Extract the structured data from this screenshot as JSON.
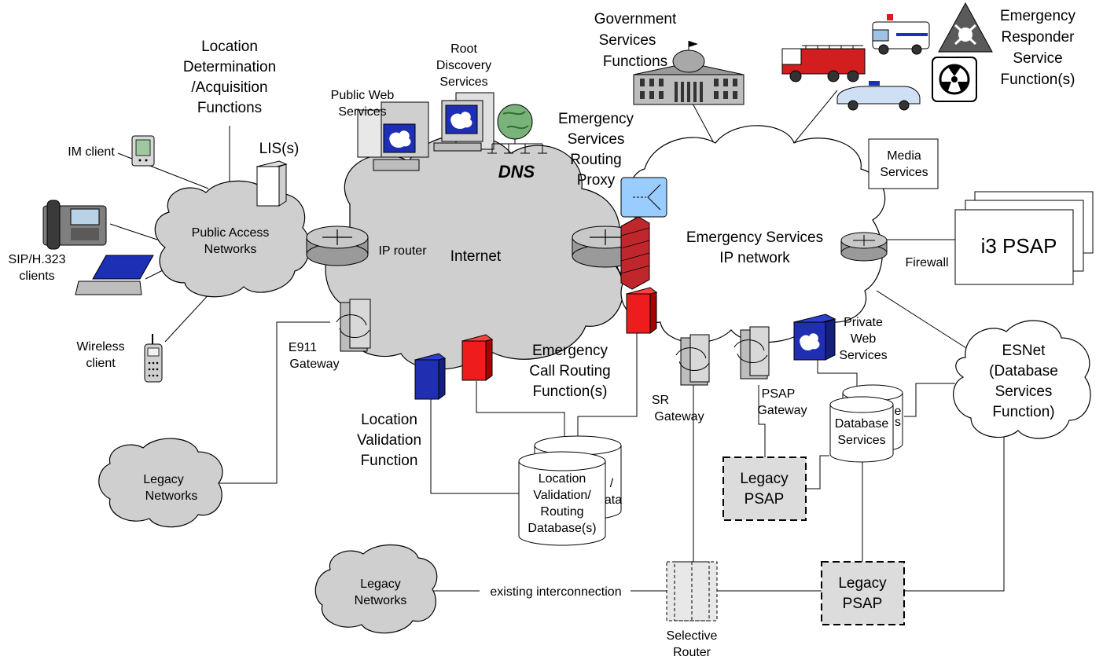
{
  "labels": {
    "location_determination": [
      "Location",
      "Determination",
      "/Acquisition",
      "Functions"
    ],
    "lis": "LIS(s)",
    "root_discovery": [
      "Root",
      "Discovery",
      "Services"
    ],
    "public_web": [
      "Public Web",
      "Services"
    ],
    "government": [
      "Government",
      "Services",
      "Functions"
    ],
    "emergency_responder": [
      "Emergency",
      "Responder",
      "Service",
      "Function(s)"
    ],
    "im_client": "IM client",
    "sip_clients": [
      "SIP/H.323",
      "clients"
    ],
    "wireless_client": [
      "Wireless",
      "client"
    ],
    "public_access_networks": [
      "Public Access",
      "Networks"
    ],
    "ip_router": "IP router",
    "internet": "Internet",
    "dns": "DNS",
    "esrp": [
      "Emergency",
      "Services",
      "Routing",
      "Proxy"
    ],
    "es_ip_network": [
      "Emergency Services",
      "IP network"
    ],
    "media_services": [
      "Media",
      "Services"
    ],
    "i3_psap": "i3 PSAP",
    "firewall": "Firewall",
    "e911_gateway": [
      "E911",
      "Gateway"
    ],
    "ecrf": [
      "Emergency",
      "Call Routing",
      "Function(s)"
    ],
    "lvf": [
      "Location",
      "Validation",
      "Function"
    ],
    "lv_routing_db": [
      "Location",
      "Validation/",
      "Routing",
      "Database(s)"
    ],
    "lv_back_fragment": [
      "/",
      "ata"
    ],
    "sr_gateway": [
      "SR",
      "Gateway"
    ],
    "psap_gateway": [
      "PSAP",
      "Gateway"
    ],
    "private_web": [
      "Private",
      "Web",
      "Services"
    ],
    "database_services": [
      "Database",
      "Services"
    ],
    "db_back_fragment": [
      "e",
      "s"
    ],
    "esnet": [
      "ESNet",
      "(Database",
      "Services",
      "Function)"
    ],
    "legacy_networks": [
      "Legacy",
      "Networks"
    ],
    "legacy_psap": [
      "Legacy",
      "PSAP"
    ],
    "existing_interconnection": "existing interconnection",
    "selective_router": [
      "Selective",
      "Router"
    ]
  }
}
